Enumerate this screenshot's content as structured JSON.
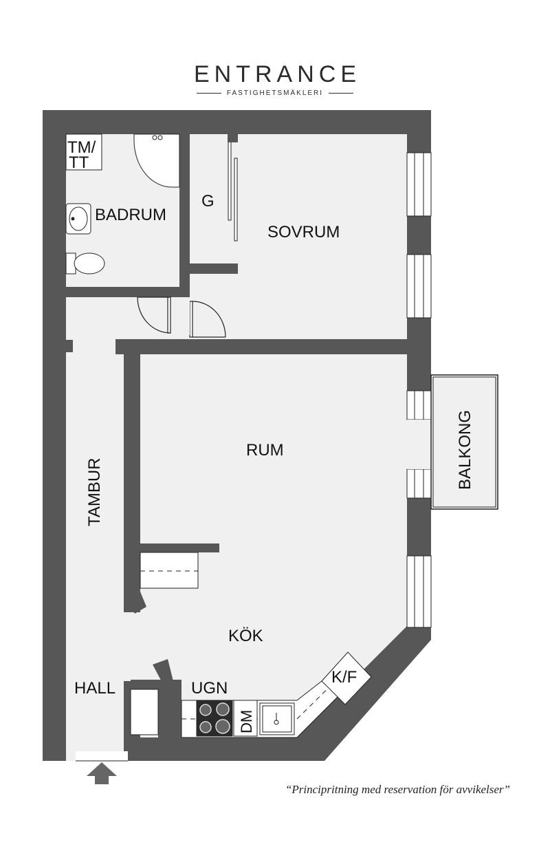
{
  "brand": {
    "name": "ENTRANCE",
    "subtitle": "FASTIGHETSMÄKLERI"
  },
  "rooms": {
    "tm_tt_line1": "TM/",
    "tm_tt_line2": "TT",
    "badrum": "BADRUM",
    "g": "G",
    "sovrum": "SOVRUM",
    "rum": "RUM",
    "balkong": "BALKONG",
    "tambur": "TAMBUR",
    "kok": "KÖK",
    "hall": "HALL",
    "ugn": "UGN",
    "kf": "K/F",
    "dm": "DM"
  },
  "disclaimer": "“Principritning med reservation för avvikelser”",
  "colors": {
    "wall": "#575757",
    "floor": "#f0f0f0",
    "line": "#222222"
  },
  "icons": [
    "entrance-arrow-icon",
    "shower-icon",
    "sink-icon",
    "toilet-icon",
    "stove-icon",
    "kitchen-sink-icon"
  ]
}
